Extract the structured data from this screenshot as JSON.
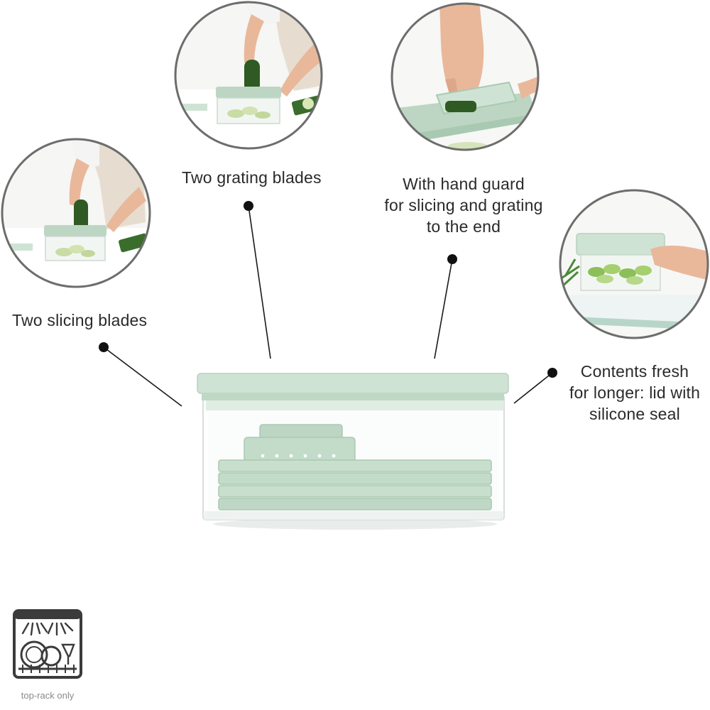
{
  "callouts": {
    "slicing": {
      "lines": [
        "Two slicing blades"
      ]
    },
    "grating": {
      "lines": [
        "Two grating blades"
      ]
    },
    "hand_guard": {
      "lines": [
        "With hand guard",
        "for slicing and grating",
        "to the end"
      ]
    },
    "fresh": {
      "lines": [
        "Contents fresh",
        "for longer: lid with",
        "silicone seal"
      ]
    }
  },
  "dishwasher": {
    "caption": "top-rack only",
    "icon": "dishwasher-icon"
  },
  "colors": {
    "mint": "#cfe3d4",
    "mint_dark": "#a9c9b2",
    "bubble_border": "#6d6d6d",
    "text": "#2a2a2a",
    "dot": "#111111"
  }
}
